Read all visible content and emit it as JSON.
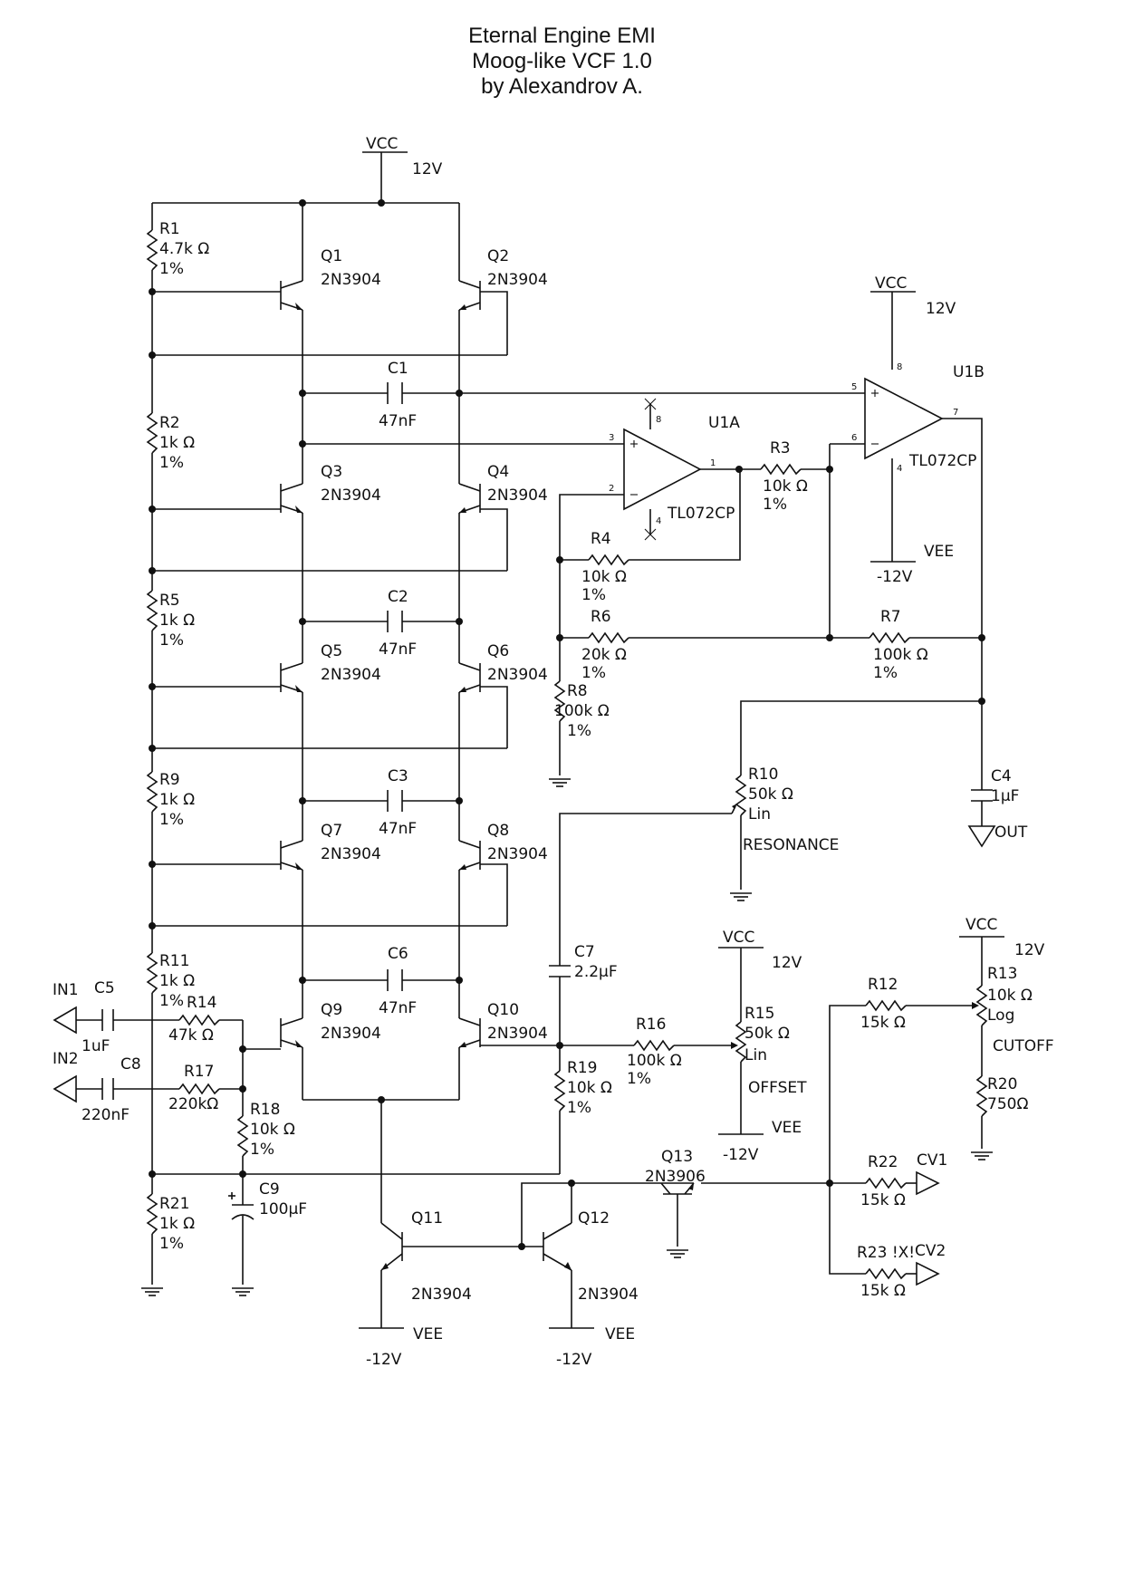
{
  "title": {
    "line1": "Eternal Engine EMI",
    "line2": "Moog-like VCF 1.0",
    "line3": "by Alexandrov A."
  },
  "supplies": [
    {
      "id": "vcc_main",
      "name": "VCC",
      "value": "12V"
    },
    {
      "id": "vcc_u1b",
      "name": "VCC",
      "value": "12V"
    },
    {
      "id": "vee_u1b",
      "name": "VEE",
      "value": "-12V"
    },
    {
      "id": "vcc_r15",
      "name": "VCC",
      "value": "12V"
    },
    {
      "id": "vee_r15",
      "name": "VEE",
      "value": "-12V"
    },
    {
      "id": "vcc_r13",
      "name": "VCC",
      "value": "12V"
    },
    {
      "id": "vee_q11",
      "name": "VEE",
      "value": "-12V"
    },
    {
      "id": "vee_q12",
      "name": "VEE",
      "value": "-12V"
    }
  ],
  "resistors": [
    {
      "id": "R1",
      "value": "4.7k Ω",
      "tol": "1%"
    },
    {
      "id": "R2",
      "value": "1k Ω",
      "tol": "1%"
    },
    {
      "id": "R3",
      "value": "10k Ω",
      "tol": "1%"
    },
    {
      "id": "R4",
      "value": "10k Ω",
      "tol": "1%"
    },
    {
      "id": "R5",
      "value": "1k Ω",
      "tol": "1%"
    },
    {
      "id": "R6",
      "value": "20k Ω",
      "tol": "1%"
    },
    {
      "id": "R7",
      "value": "100k Ω",
      "tol": "1%"
    },
    {
      "id": "R8",
      "value": "100k Ω",
      "tol": "1%"
    },
    {
      "id": "R9",
      "value": "1k Ω",
      "tol": "1%"
    },
    {
      "id": "R11",
      "value": "1k Ω",
      "tol": "1%"
    },
    {
      "id": "R12",
      "value": "15k Ω",
      "tol": ""
    },
    {
      "id": "R14",
      "value": "47k Ω",
      "tol": ""
    },
    {
      "id": "R16",
      "value": "100k Ω",
      "tol": "1%"
    },
    {
      "id": "R17",
      "value": "220kΩ",
      "tol": ""
    },
    {
      "id": "R18",
      "value": "10k Ω",
      "tol": "1%"
    },
    {
      "id": "R19",
      "value": "10k Ω",
      "tol": "1%"
    },
    {
      "id": "R20",
      "value": "750Ω",
      "tol": ""
    },
    {
      "id": "R21",
      "value": "1k Ω",
      "tol": "1%"
    },
    {
      "id": "R22",
      "value": "15k Ω",
      "tol": ""
    },
    {
      "id": "R23 !X!",
      "value": "15k Ω",
      "tol": ""
    }
  ],
  "pots": [
    {
      "id": "R10",
      "value": "50k Ω",
      "taper": "Lin",
      "label": "RESONANCE"
    },
    {
      "id": "R15",
      "value": "50k Ω",
      "taper": "Lin",
      "label": "OFFSET"
    },
    {
      "id": "R13",
      "value": "10k Ω",
      "taper": "Log",
      "label": "CUTOFF"
    }
  ],
  "capacitors": [
    {
      "id": "C1",
      "value": "47nF"
    },
    {
      "id": "C2",
      "value": "47nF"
    },
    {
      "id": "C3",
      "value": "47nF"
    },
    {
      "id": "C4",
      "value": "1µF"
    },
    {
      "id": "C5",
      "value": "1uF"
    },
    {
      "id": "C6",
      "value": "47nF"
    },
    {
      "id": "C7",
      "value": "2.2µF"
    },
    {
      "id": "C8",
      "value": "220nF"
    },
    {
      "id": "C9",
      "value": "100µF"
    }
  ],
  "transistors": [
    {
      "id": "Q1",
      "part": "2N3904"
    },
    {
      "id": "Q2",
      "part": "2N3904"
    },
    {
      "id": "Q3",
      "part": "2N3904"
    },
    {
      "id": "Q4",
      "part": "2N3904"
    },
    {
      "id": "Q5",
      "part": "2N3904"
    },
    {
      "id": "Q6",
      "part": "2N3904"
    },
    {
      "id": "Q7",
      "part": "2N3904"
    },
    {
      "id": "Q8",
      "part": "2N3904"
    },
    {
      "id": "Q9",
      "part": "2N3904"
    },
    {
      "id": "Q10",
      "part": "2N3904"
    },
    {
      "id": "Q11",
      "part": "2N3904"
    },
    {
      "id": "Q12",
      "part": "2N3904"
    },
    {
      "id": "Q13",
      "part": "2N3906"
    }
  ],
  "opamps": [
    {
      "id": "U1A",
      "part": "TL072CP",
      "pins": [
        "3",
        "2",
        "1",
        "8",
        "4"
      ]
    },
    {
      "id": "U1B",
      "part": "TL072CP",
      "pins": [
        "5",
        "6",
        "7",
        "8",
        "4"
      ]
    }
  ],
  "ports": {
    "in1": "IN1",
    "in2": "IN2",
    "out": "OUT",
    "cv1": "CV1",
    "cv2": "CV2"
  }
}
